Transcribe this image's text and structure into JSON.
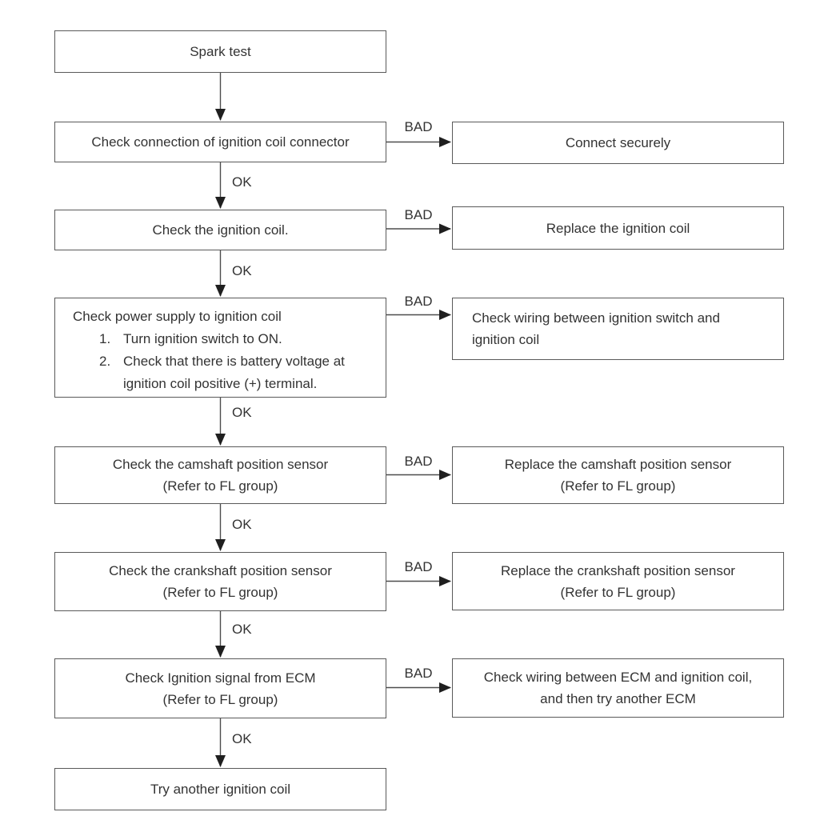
{
  "labels": {
    "ok": "OK",
    "bad": "BAD"
  },
  "theme": {
    "background": "#ffffff",
    "box_border": "#5a5a5a",
    "text": "#333333",
    "arrow_line": "#4d4d4d",
    "arrowhead": "#1f1f1f"
  },
  "flowchart": {
    "start": {
      "text": "Spark test"
    },
    "end": {
      "text": "Try another ignition coil"
    },
    "rows": [
      {
        "left": {
          "lines": [
            "Check connection of ignition coil connector"
          ]
        },
        "right": {
          "lines": [
            "Connect securely"
          ]
        }
      },
      {
        "left": {
          "lines": [
            "Check the ignition coil."
          ]
        },
        "right": {
          "lines": [
            "Replace the ignition coil"
          ]
        }
      },
      {
        "left": {
          "title": "Check power supply to ignition coil",
          "items": [
            {
              "num": "1.",
              "text": "Turn ignition switch to ON."
            },
            {
              "num": "2.",
              "text": "Check that there is battery voltage at"
            }
          ],
          "item2_cont": "ignition coil positive (+) terminal."
        },
        "right": {
          "lines": [
            "Check wiring between ignition switch and",
            "ignition coil"
          ]
        }
      },
      {
        "left": {
          "lines": [
            "Check the camshaft position sensor",
            "(Refer to FL group)"
          ]
        },
        "right": {
          "lines": [
            "Replace the camshaft position sensor",
            "(Refer to FL group)"
          ]
        }
      },
      {
        "left": {
          "lines": [
            "Check the crankshaft position sensor",
            "(Refer to FL group)"
          ]
        },
        "right": {
          "lines": [
            "Replace the crankshaft position sensor",
            "(Refer to FL group)"
          ]
        }
      },
      {
        "left": {
          "lines": [
            "Check Ignition signal from ECM",
            "(Refer to FL group)"
          ]
        },
        "right": {
          "lines": [
            "Check wiring between ECM and ignition coil,",
            "and then try another ECM"
          ]
        }
      }
    ]
  }
}
